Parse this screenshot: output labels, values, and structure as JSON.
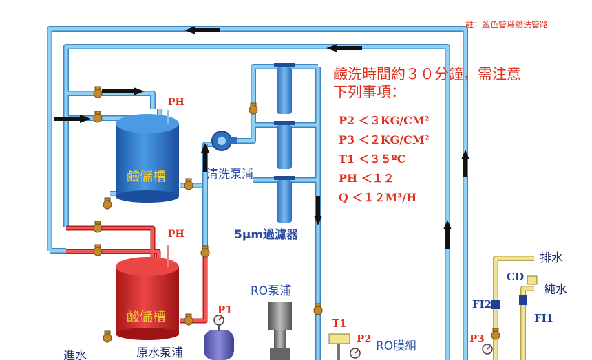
{
  "note": "註：藍色管爲鹼洗管路",
  "instructions": {
    "title_line1": "鹼洗時間約３０分鐘，需注意",
    "title_line2": "下列事項：",
    "conditions": [
      "P2 ＜３KG/CM²",
      "P3 ＜２KG/CM²",
      "T1 ＜３５ºC",
      "PH ＜１２",
      "Q  ＜１２M³/H"
    ]
  },
  "labels": {
    "ph_alkali": "PH",
    "ph_acid": "PH",
    "alkali_tank": "鹼儲槽",
    "acid_tank": "酸儲槽",
    "cleaning_pump": "清洗泵浦",
    "filter": "5μm過濾器",
    "ro_pump": "RO泵浦",
    "ro_membrane": "RO膜組",
    "raw_water_pump": "原水泵浦",
    "inlet": "進水",
    "drain": "排水",
    "pure_water": "純水",
    "p1": "P1",
    "p2": "P2",
    "p3": "P3",
    "t1": "T1",
    "cd": "CD",
    "fi1": "FI1",
    "fi2": "FI2"
  },
  "colors": {
    "alkali_pipe": "#7ec6ee",
    "acid_pipe": "#e04a4a",
    "product_pipe": "#e8d77a",
    "alkali_tank": "#2a70c4",
    "acid_tank": "#d42424",
    "text_red": "#e0301e"
  }
}
